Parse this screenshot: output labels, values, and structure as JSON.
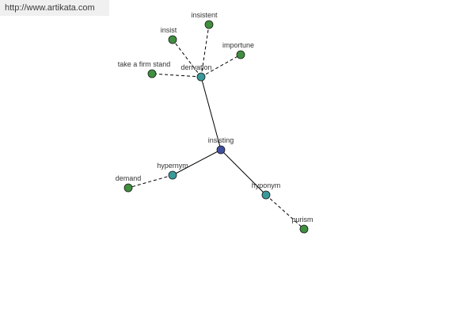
{
  "watermark": "http://www.artikata.com",
  "graph": {
    "nodes": [
      {
        "id": "insisting",
        "label": "insisting",
        "kind": "center"
      },
      {
        "id": "derivation",
        "label": "derivation",
        "kind": "relation"
      },
      {
        "id": "hypernym",
        "label": "hypernym",
        "kind": "relation"
      },
      {
        "id": "hyponym",
        "label": "hyponym",
        "kind": "relation"
      },
      {
        "id": "insistent",
        "label": "insistent",
        "kind": "word"
      },
      {
        "id": "insist",
        "label": "insist",
        "kind": "word"
      },
      {
        "id": "importune",
        "label": "importune",
        "kind": "word"
      },
      {
        "id": "take_a_firm_stand",
        "label": "take a firm stand",
        "kind": "word"
      },
      {
        "id": "demand",
        "label": "demand",
        "kind": "word"
      },
      {
        "id": "purism",
        "label": "purism",
        "kind": "word"
      }
    ],
    "edges": [
      {
        "from": "insisting",
        "to": "derivation",
        "style": "solid"
      },
      {
        "from": "insisting",
        "to": "hypernym",
        "style": "solid"
      },
      {
        "from": "insisting",
        "to": "hyponym",
        "style": "solid"
      },
      {
        "from": "derivation",
        "to": "insistent",
        "style": "dashed"
      },
      {
        "from": "derivation",
        "to": "insist",
        "style": "dashed"
      },
      {
        "from": "derivation",
        "to": "importune",
        "style": "dashed"
      },
      {
        "from": "derivation",
        "to": "take_a_firm_stand",
        "style": "dashed"
      },
      {
        "from": "hypernym",
        "to": "demand",
        "style": "dashed"
      },
      {
        "from": "hyponym",
        "to": "purism",
        "style": "dashed"
      }
    ],
    "colors": {
      "center": "#3f4fa0",
      "relation": "#3a9a9a",
      "word": "#3f8f3f",
      "stroke": "#1a1a1a",
      "edge": "#000000"
    }
  }
}
